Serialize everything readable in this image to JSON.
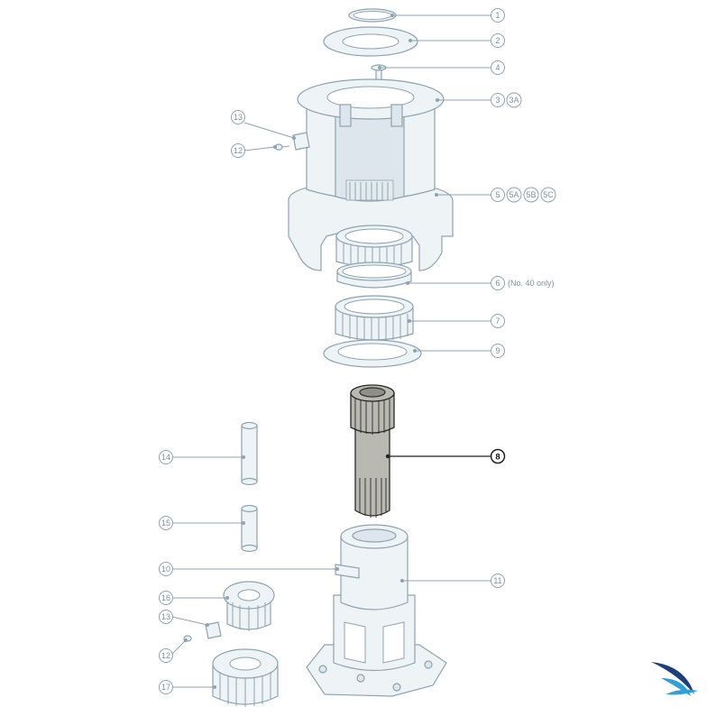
{
  "diagram": {
    "callouts": [
      {
        "id": "c1",
        "label": "1",
        "highlight": false
      },
      {
        "id": "c2",
        "label": "2",
        "highlight": false
      },
      {
        "id": "c4",
        "label": "4",
        "highlight": false
      },
      {
        "id": "c3",
        "label": "3",
        "highlight": false
      },
      {
        "id": "c3a",
        "label": "3A",
        "highlight": false
      },
      {
        "id": "c5",
        "label": "5",
        "highlight": false
      },
      {
        "id": "c5a",
        "label": "5A",
        "highlight": false
      },
      {
        "id": "c5b",
        "label": "5B",
        "highlight": false
      },
      {
        "id": "c5c",
        "label": "5C",
        "highlight": false
      },
      {
        "id": "c6",
        "label": "6",
        "highlight": false
      },
      {
        "id": "c7",
        "label": "7",
        "highlight": false
      },
      {
        "id": "c9",
        "label": "9",
        "highlight": false
      },
      {
        "id": "c8",
        "label": "8",
        "highlight": true
      },
      {
        "id": "c11",
        "label": "11",
        "highlight": false
      },
      {
        "id": "c13a",
        "label": "13",
        "highlight": false
      },
      {
        "id": "c12a",
        "label": "12",
        "highlight": false
      },
      {
        "id": "c14",
        "label": "14",
        "highlight": false
      },
      {
        "id": "c15",
        "label": "15",
        "highlight": false
      },
      {
        "id": "c10",
        "label": "10",
        "highlight": false
      },
      {
        "id": "c16",
        "label": "16",
        "highlight": false
      },
      {
        "id": "c13b",
        "label": "13",
        "highlight": false
      },
      {
        "id": "c12b",
        "label": "12",
        "highlight": false
      },
      {
        "id": "c17",
        "label": "17",
        "highlight": false
      }
    ],
    "note_6": "(No. 40 only)",
    "colors": {
      "part_fill": "#eef3f6",
      "part_stroke": "#8ea3b0",
      "highlight_fill": "#b9b9b2",
      "highlight_stroke": "#2a2a2a",
      "logo_dark": "#1c3f7a",
      "logo_light": "#2f9fdc"
    },
    "logo_icon": "sail-swoosh-logo"
  }
}
